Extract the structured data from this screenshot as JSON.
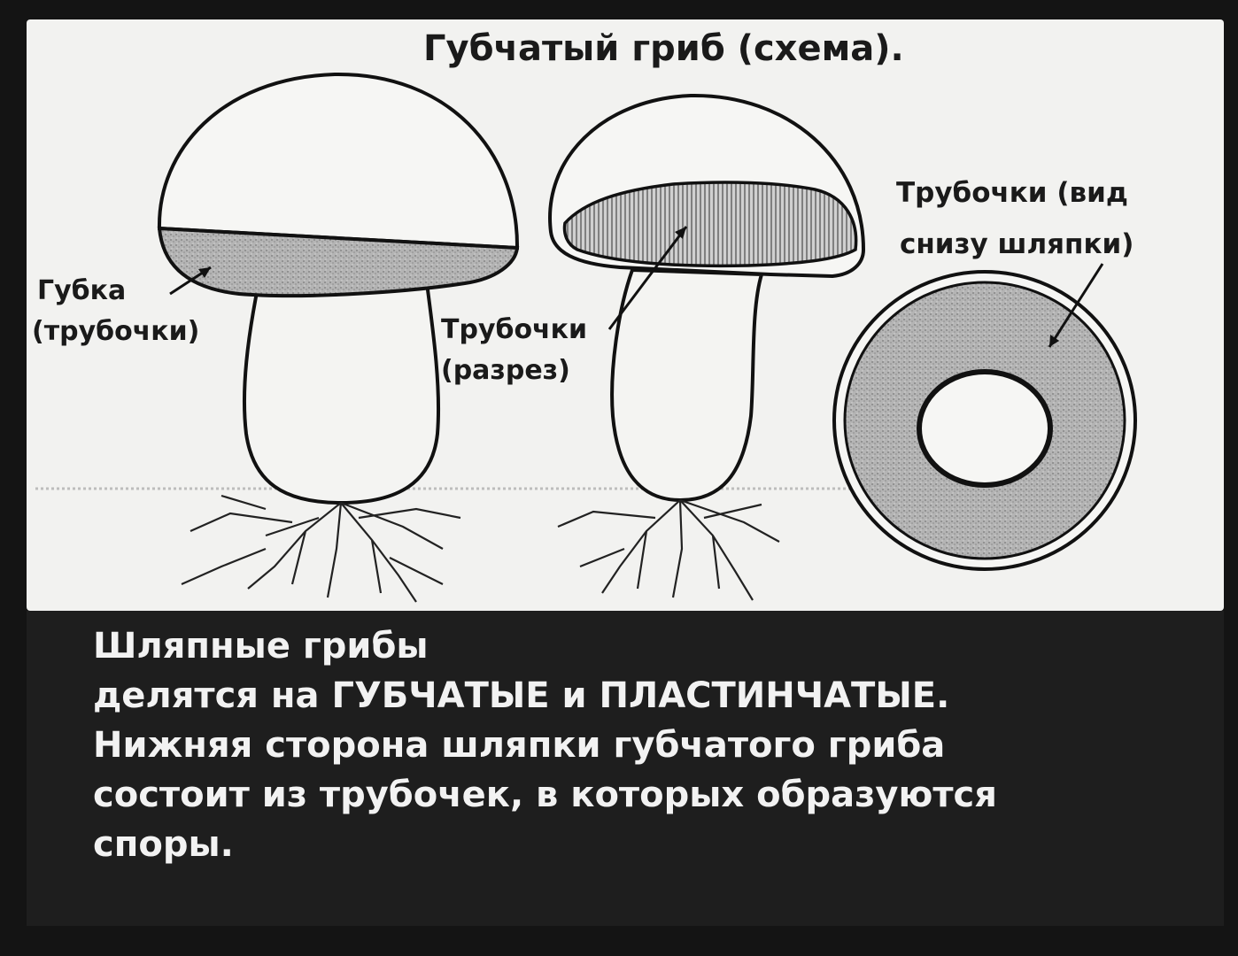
{
  "title": "Губчатый гриб (схема).",
  "labels": {
    "sponge_line1": "Губка",
    "sponge_line2": "(трубочки)",
    "tubes_cut_line1": "Трубочки",
    "tubes_cut_line2": "(разрез)",
    "tubes_view_line1": "Трубочки (вид",
    "tubes_view_line2": "снизу шляпки)"
  },
  "caption": {
    "line1": "Шляпные грибы",
    "line2": "делятся на ГУБЧАТЫЕ и ПЛАСТИНЧАТЫЕ.",
    "line3": "Нижняя сторона шляпки губчатого гриба",
    "line4": "состоит из трубочек, в которых образуются",
    "line5": "споры."
  },
  "colors": {
    "paper": "#f2f2f0",
    "ink": "#111111",
    "stipple": "#a8a8a8",
    "caption_bg": "#1e1e1e",
    "caption_text": "#f2f2f2"
  }
}
